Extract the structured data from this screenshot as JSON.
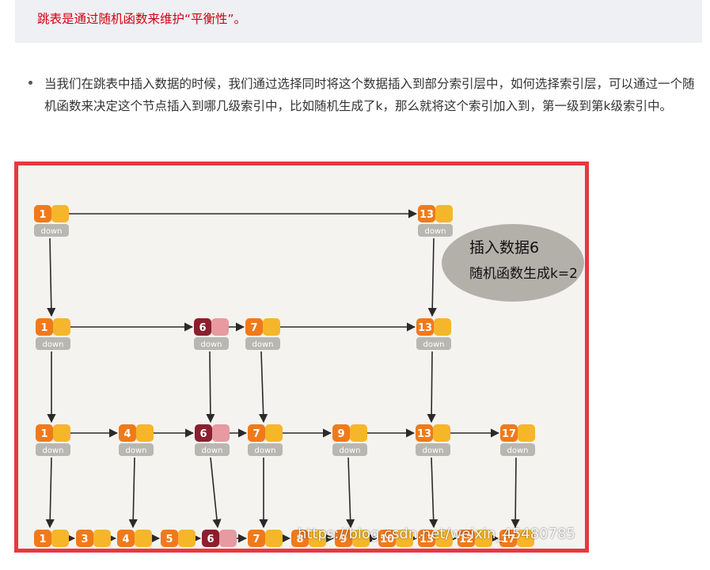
{
  "quote": {
    "text": "跳表是通过随机函数来维护“平衡性”。"
  },
  "bullets": [
    {
      "text": "当我们在跳表中插入数据的时候，我们通过选择同时将这个数据插入到部分索引层中，如何选择索引层，可以通过一个随机函数来决定这个节点插入到哪几级索引中，比如随机生成了k，那么就将这个索引加入到，第一级到第k级索引中。"
    }
  ],
  "figure": {
    "note_line1": "插入数据6",
    "note_line2": "随机函数生成k=2",
    "down_label": "down",
    "watermark": "https://blog.csdn.net/weixin_45480785",
    "levels": [
      [
        "1",
        "13"
      ],
      [
        "1",
        "6",
        "7",
        "13"
      ],
      [
        "1",
        "4",
        "6",
        "7",
        "9",
        "13",
        "17"
      ],
      [
        "1",
        "3",
        "4",
        "5",
        "6",
        "7",
        "8",
        "9",
        "10",
        "13",
        "12",
        "17"
      ]
    ],
    "highlight_value": "6",
    "colors": {
      "border": "#e8383d",
      "node_key": "#f07a1a",
      "node_ptr": "#f6b62a",
      "node_new": "#8b1f2e",
      "node_new_ptr": "#e79aa0",
      "down_box": "#b9b7b1",
      "note_bg": "#b3b0aa"
    }
  }
}
